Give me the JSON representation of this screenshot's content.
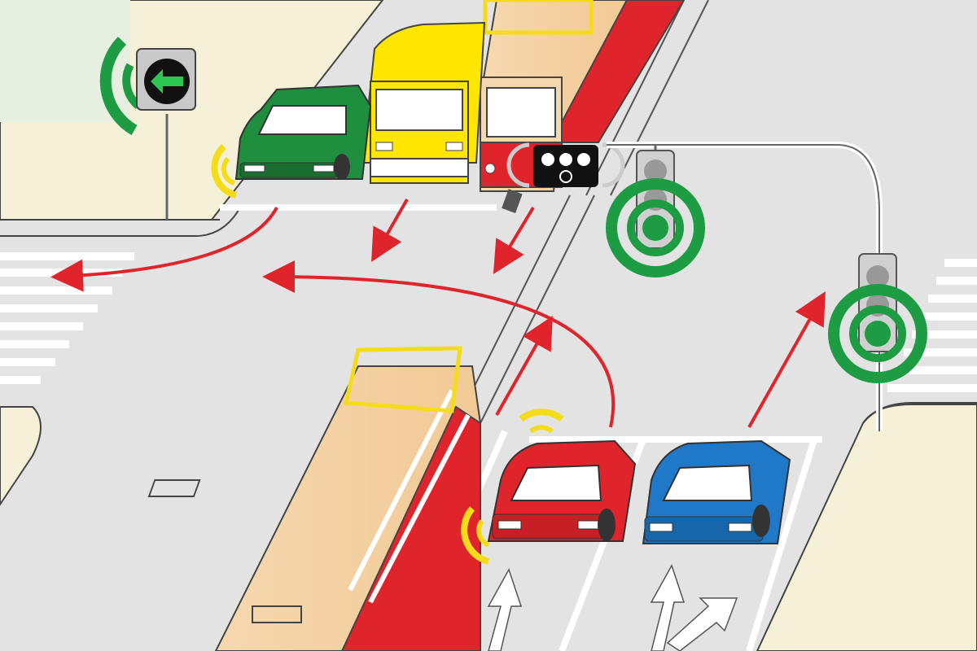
{
  "scene": {
    "kind": "traffic-intersection-illustration",
    "signals": {
      "left_turn_arrow_signal": {
        "icon": "green-left-arrow-icon",
        "state": "green"
      },
      "tram_signal": {
        "icon": "tram-signal-icon",
        "lamps": 3
      },
      "main_traffic_light": {
        "state": "green"
      },
      "right_traffic_light": {
        "state": "green"
      }
    },
    "vehicles": [
      {
        "name": "green-car",
        "color": "#1f8f3f",
        "action": "turning-left"
      },
      {
        "name": "yellow-van",
        "color": "#ffe600",
        "action": "straight"
      },
      {
        "name": "tram-top",
        "color": "#f6d8b0",
        "action": "straight"
      },
      {
        "name": "tram-bottom",
        "color": "#f6d8b0",
        "action": "straight"
      },
      {
        "name": "red-car",
        "color": "#e0242c",
        "action": "turning-left"
      },
      {
        "name": "blue-car",
        "color": "#1f78c8",
        "action": "straight"
      }
    ],
    "colors": {
      "road": "#e6e6e6",
      "sidewalk": "#f5f1d9",
      "lines": "#ffffff",
      "arrow": "#e0242c",
      "signal_green": "#1e9c44",
      "signal_yellow": "#f4dd18",
      "tram_lane": "#e0242c"
    }
  }
}
